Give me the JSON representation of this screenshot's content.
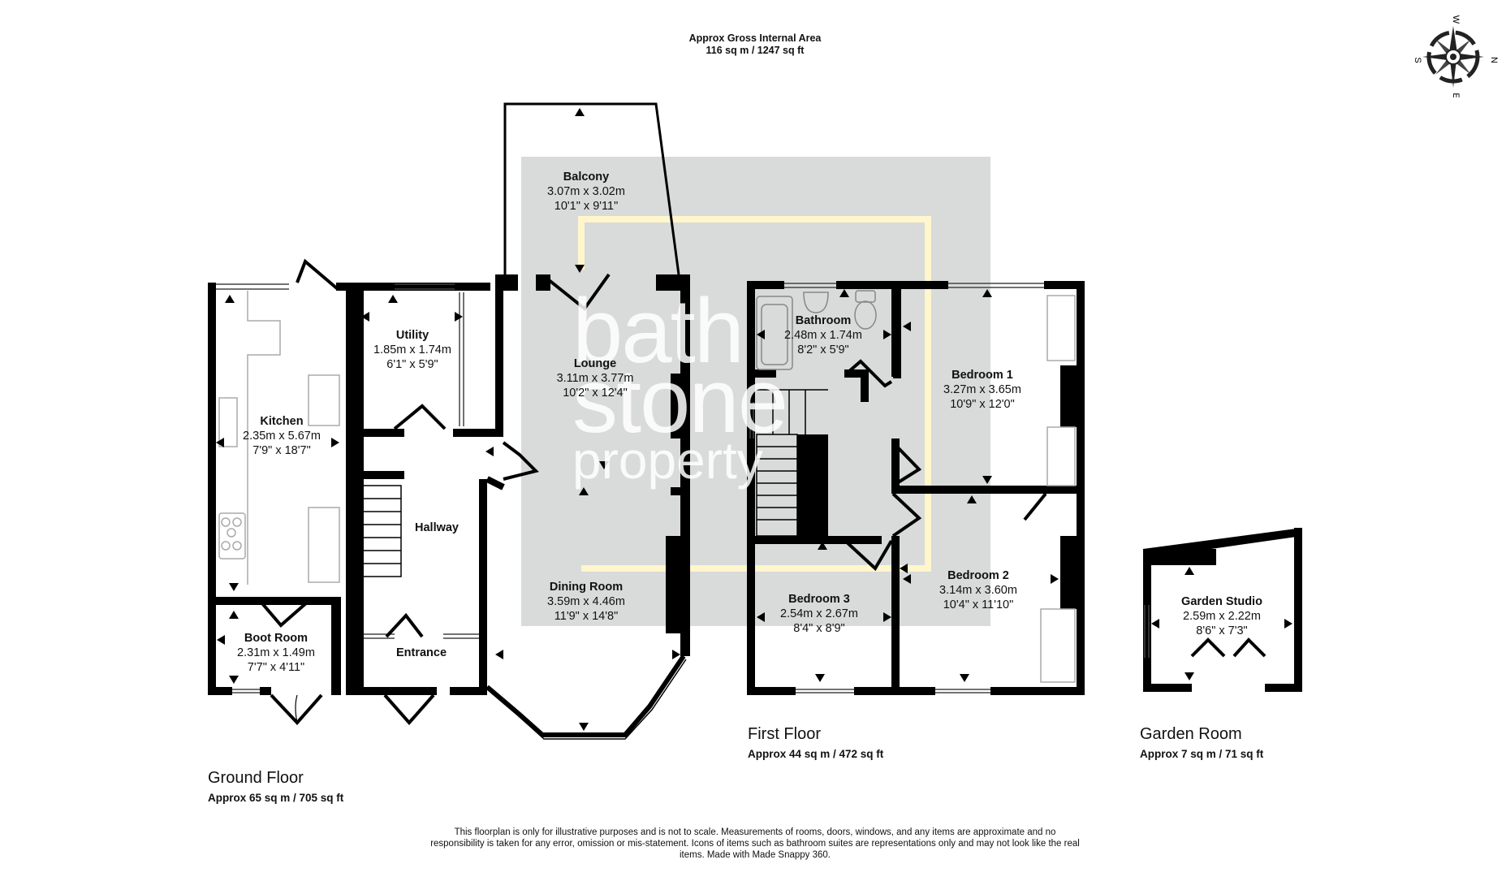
{
  "header": {
    "gross_area_title": "Approx Gross Internal Area",
    "gross_area_value": "116 sq m / 1247 sq ft"
  },
  "compass": {
    "labels": {
      "n": "N",
      "s": "S",
      "e": "E",
      "w": "W"
    },
    "icon": "compass-rose-icon"
  },
  "watermark": {
    "line1": "bath",
    "line2": "stone",
    "line3": "property",
    "box_color": "#d9dada",
    "accent_color": "#fff6cc"
  },
  "floors": [
    {
      "title": "Ground Floor",
      "area": "Approx 65 sq m / 705 sq ft",
      "rooms": [
        {
          "name": "Kitchen",
          "metric": "2.35m x 5.67m",
          "imperial": "7'9\" x 18'7\""
        },
        {
          "name": "Utility",
          "metric": "1.85m x 1.74m",
          "imperial": "6'1\" x 5'9\""
        },
        {
          "name": "Hallway",
          "metric": "",
          "imperial": ""
        },
        {
          "name": "Boot Room",
          "metric": "2.31m x 1.49m",
          "imperial": "7'7\" x 4'11\""
        },
        {
          "name": "Entrance",
          "metric": "",
          "imperial": ""
        },
        {
          "name": "Lounge",
          "metric": "3.11m x 3.77m",
          "imperial": "10'2\" x 12'4\""
        },
        {
          "name": "Dining Room",
          "metric": "3.59m x 4.46m",
          "imperial": "11'9\" x 14'8\""
        },
        {
          "name": "Balcony",
          "metric": "3.07m x 3.02m",
          "imperial": "10'1\" x 9'11\""
        }
      ]
    },
    {
      "title": "First Floor",
      "area": "Approx 44 sq m / 472 sq ft",
      "rooms": [
        {
          "name": "Bathroom",
          "metric": "2.48m x 1.74m",
          "imperial": "8'2\" x 5'9\""
        },
        {
          "name": "Bedroom 1",
          "metric": "3.27m x 3.65m",
          "imperial": "10'9\" x 12'0\""
        },
        {
          "name": "Bedroom 2",
          "metric": "3.14m x 3.60m",
          "imperial": "10'4\" x 11'10\""
        },
        {
          "name": "Bedroom 3",
          "metric": "2.54m x 2.67m",
          "imperial": "8'4\" x 8'9\""
        }
      ]
    },
    {
      "title": "Garden Room",
      "area": "Approx 7 sq m / 71 sq ft",
      "rooms": [
        {
          "name": "Garden Studio",
          "metric": "2.59m x 2.22m",
          "imperial": "8'6\" x 7'3\""
        }
      ]
    }
  ],
  "disclaimer": "This floorplan is only for illustrative purposes and is not to scale. Measurements of rooms, doors, windows, and any items are approximate and no responsibility is taken for any error, omission or mis-statement. Icons of items such as bathroom suites are representations only and may not look like the real items. Made with Made Snappy 360."
}
